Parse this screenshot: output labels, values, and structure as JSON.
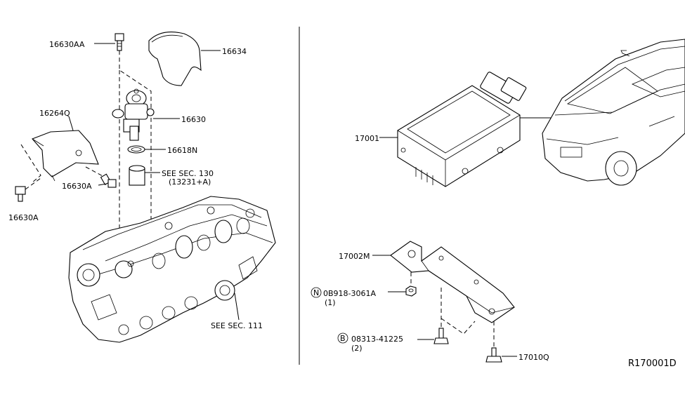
{
  "callouts": {
    "p16630AA": "16630AA",
    "p16634": "16634",
    "p16264Q": "16264Q",
    "p16630": "16630",
    "p16618N": "16618N",
    "see_sec_130": "SEE SEC. 130",
    "see_sec_130_sub": "(13231+A)",
    "p16630A_right": "16630A",
    "p16630A_left": "16630A",
    "see_sec_111": "SEE SEC. 111",
    "p17001": "17001",
    "p17002M": "17002M",
    "nut_symbol": "N",
    "nut_part": "0B918-3061A",
    "nut_qty": "(1)",
    "bolt_symbol": "B",
    "bolt_part": "08313-41225",
    "bolt_qty": "(2)",
    "p17010Q": "17010Q"
  },
  "diagram_id": "R170001D"
}
